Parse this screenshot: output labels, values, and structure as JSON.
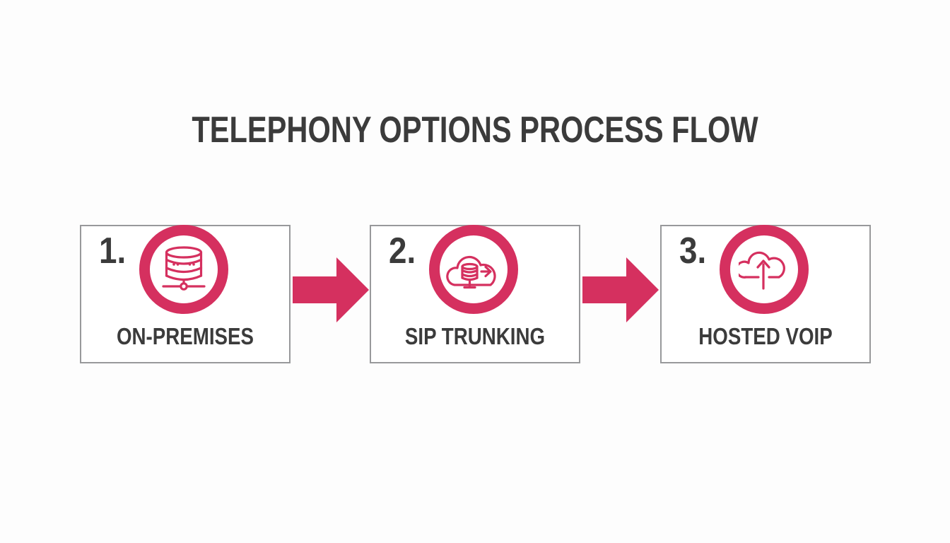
{
  "title": "TELEPHONY OPTIONS PROCESS FLOW",
  "steps": [
    {
      "number": "1.",
      "label": "ON-PREMISES",
      "icon": "server-database-icon"
    },
    {
      "number": "2.",
      "label": "SIP TRUNKING",
      "icon": "cloud-database-transfer-icon"
    },
    {
      "number": "3.",
      "label": "HOSTED VOIP",
      "icon": "cloud-upload-icon"
    }
  ],
  "arrows": [
    {
      "name": "flow-arrow-1",
      "direction": "right"
    },
    {
      "name": "flow-arrow-2",
      "direction": "right"
    }
  ],
  "colors": {
    "accent": "#d5305f",
    "text": "#3b3b3b",
    "box_border": "#98999b",
    "background": "#fdfdfd"
  }
}
